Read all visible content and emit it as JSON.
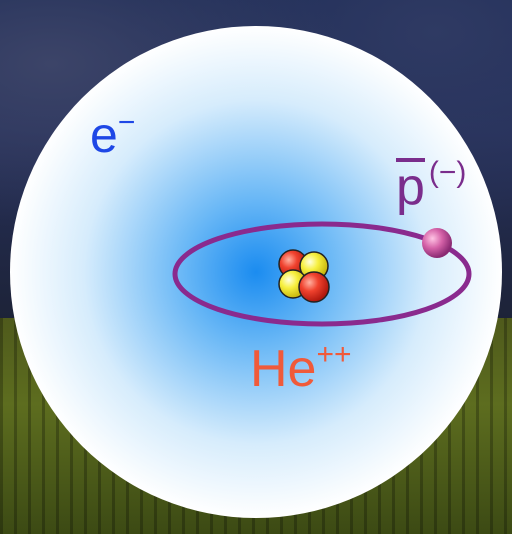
{
  "labels": {
    "electron": "e",
    "electron_charge": "−",
    "antiproton": "p",
    "antiproton_charge": "(−)",
    "helium": "He",
    "helium_charge": "++"
  },
  "colors": {
    "electron": "#1e47e6",
    "antiproton": "#7a2d8c",
    "helium": "#f05a3a",
    "orbit": "#8a2a8e",
    "cloud_center": "#1b8cf0",
    "cloud_edge": "#ffffff",
    "proton": "#e8392a",
    "neutron": "#f5ec2a"
  }
}
